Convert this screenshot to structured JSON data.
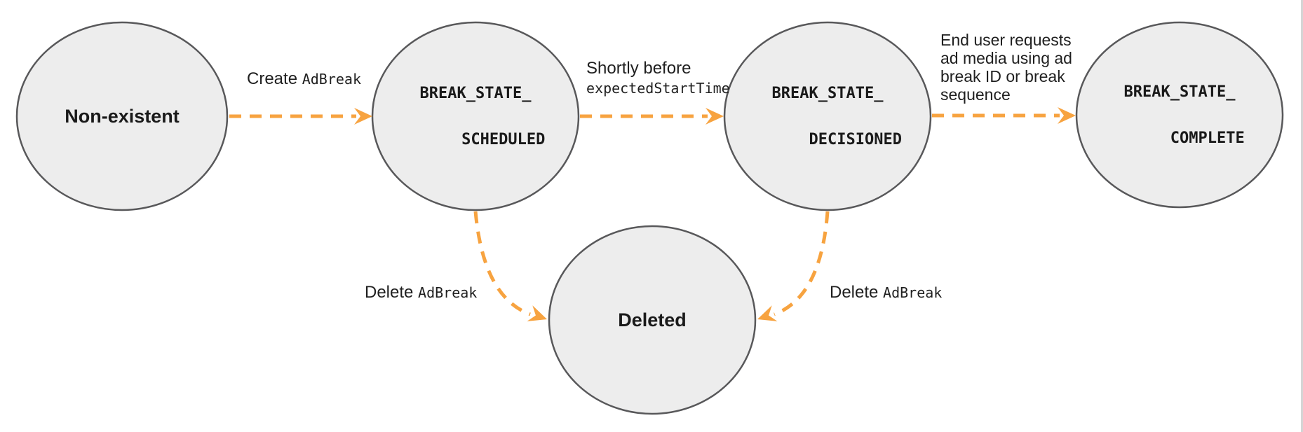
{
  "diagram": {
    "colors": {
      "arrow": "#F7A340",
      "node_fill": "#EDEDED",
      "node_stroke": "#58585A",
      "text": "#1F1F1F",
      "page_edge_line": "#D5D5D5",
      "background": "#FFFFFF"
    },
    "nodes": {
      "non_existent": {
        "label": "Non-existent"
      },
      "scheduled": {
        "line1": "BREAK_STATE_",
        "line2": "SCHEDULED"
      },
      "decisioned": {
        "line1": "BREAK_STATE_",
        "line2": "DECISIONED"
      },
      "complete": {
        "line1": "BREAK_STATE_",
        "line2": "COMPLETE"
      },
      "deleted": {
        "label": "Deleted"
      }
    },
    "edges": {
      "create": {
        "plain": "Create",
        "code": "AdBreak"
      },
      "before_start": {
        "line1": "Shortly before",
        "line2_code": "expectedStartTime"
      },
      "end_user": {
        "line1": "End user requests",
        "line2": "ad media using ad",
        "line3": "break ID or break",
        "line4": "sequence"
      },
      "delete_from_scheduled": {
        "plain": "Delete",
        "code": "AdBreak"
      },
      "delete_from_decisioned": {
        "plain": "Delete",
        "code": "AdBreak"
      }
    }
  }
}
